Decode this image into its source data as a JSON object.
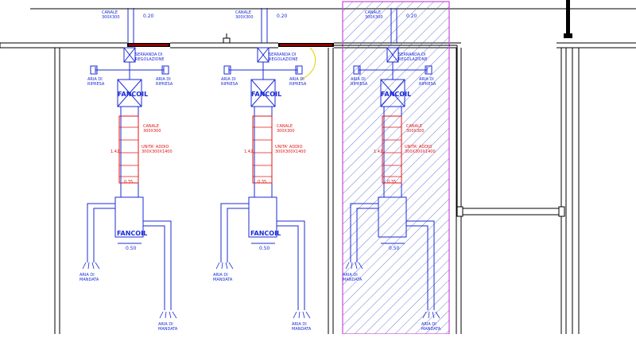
{
  "colors": {
    "duct": "#1b2bd6",
    "unit": "#e01616",
    "wall": "#000000",
    "highlight_fill": "#3a4fd0",
    "highlight_border": "#c84bd8",
    "connector": "#e8d000"
  },
  "units": [
    {
      "top_label_1": "CANALE",
      "top_label_2": "300X300",
      "top_dim": "0.20",
      "damper_1": "SERRANDA DI",
      "damper_2": "REGOLAZIONE",
      "left_1": "ARIA DI",
      "left_2": "RIPRESA",
      "right_1": "ARIA DI",
      "right_2": "RIPRESA",
      "box_label": "FANCOIL",
      "duct_1": "CANALE",
      "duct_2": "300X300",
      "dim_vertical": "1.42",
      "unit_1": "UNITA' ADDIO",
      "unit_2": "300X300X1400",
      "dim_small": "0.35",
      "bottom_box_label": "FANCOIL",
      "dim_bottom": "0.50",
      "supply_left_1": "ARIA DI",
      "supply_left_2": "MANDATA",
      "supply_right_1": "ARIA DI",
      "supply_right_2": "MANDATA"
    },
    {
      "top_label_1": "CANALE",
      "top_label_2": "300X300",
      "top_dim": "0.20",
      "damper_1": "SERRANDA DI",
      "damper_2": "REGOLAZIONE",
      "left_1": "ARIA DI",
      "left_2": "RIPRESA",
      "right_1": "ARIA DI",
      "right_2": "RIPRESA",
      "box_label": "FANCOIL",
      "duct_1": "CANALE",
      "duct_2": "300X300",
      "dim_vertical": "1.42",
      "unit_1": "UNITA' ADDIO",
      "unit_2": "300X300X1400",
      "dim_small": "0.35",
      "bottom_box_label": "FANCOIL",
      "dim_bottom": "0.50",
      "supply_left_1": "ARIA DI",
      "supply_left_2": "MANDATA",
      "supply_right_1": "ARIA DI",
      "supply_right_2": "MANDATA"
    },
    {
      "top_label_1": "CANALE",
      "top_label_2": "300X300",
      "top_dim": "0.20",
      "damper_1": "SERRANDA DI",
      "damper_2": "REGOLAZIONE",
      "left_1": "ARIA DI",
      "left_2": "RIPRESA",
      "right_1": "ARIA DI",
      "right_2": "RIPRESA",
      "box_label": "FANCOIL",
      "duct_1": "CANALE",
      "duct_2": "300X300",
      "dim_vertical": "1.42",
      "unit_1": "UNITA' ADDIO",
      "unit_2": "300X300X1400",
      "dim_small": "0.35",
      "bottom_box_label": "",
      "dim_bottom": "0.50",
      "supply_left_1": "ARIA DI",
      "supply_left_2": "MANDATA",
      "supply_right_1": "ARIA DI",
      "supply_right_2": "MANDATA"
    }
  ]
}
